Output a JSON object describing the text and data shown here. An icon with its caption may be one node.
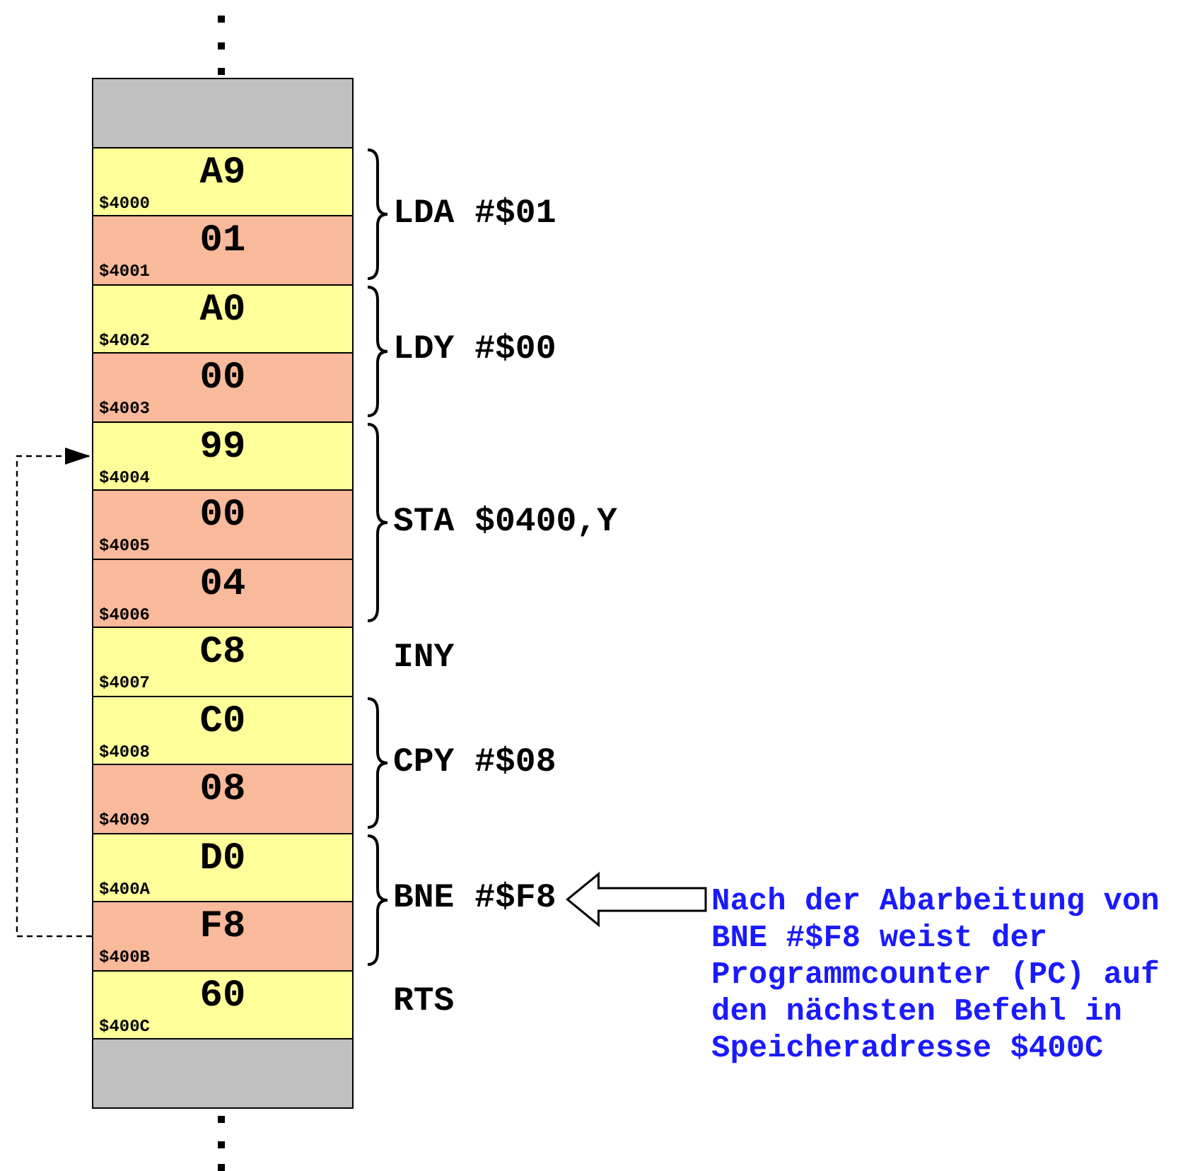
{
  "diagram": {
    "nodes": [
      {
        "text": [],
        "shape": "box"
      },
      {
        "text": [
          "A9",
          "$4000"
        ]
      },
      {
        "text": [
          "01",
          "$4001"
        ]
      },
      {
        "text": [
          "A0",
          "$4002"
        ]
      },
      {
        "text": [
          "00",
          "$4003"
        ]
      },
      {
        "text": [
          "99",
          "$4004"
        ]
      },
      {
        "text": [
          "00",
          "$4005"
        ]
      },
      {
        "text": [
          "04",
          "$4006"
        ]
      },
      {
        "text": [
          "C8",
          "$4007"
        ]
      },
      {
        "text": [
          "C0",
          "$4008"
        ]
      },
      {
        "text": [
          "08",
          "$4009"
        ]
      },
      {
        "text": [
          "D0",
          "$400A"
        ]
      },
      {
        "text": [
          "F8",
          "$400B"
        ]
      },
      {
        "text": [
          "60",
          "$400C"
        ]
      },
      {
        "text": [],
        "shape": "box"
      },
      {
        "text": [
          "BNE #$F8"
        ]
      },
      {
        "text": [
          "Nach der Abarbeitung von BNE #$F8 weist der Programmcounter (PC) auf den nächsten Befehl in Speicheradresse $400C"
        ]
      }
    ],
    "edges": [
      {
        "from": 12,
        "to": 5,
        "arrow": "to",
        "style": "dashed"
      },
      {
        "from": 16,
        "to": 15,
        "arrow": "to",
        "style": "thick",
        "color": "#000000"
      }
    ],
    "labels": [
      "LDA #$01",
      "LDY #$00",
      "STA $0400,Y",
      "INY",
      "CPY #$08",
      "RTS"
    ]
  }
}
